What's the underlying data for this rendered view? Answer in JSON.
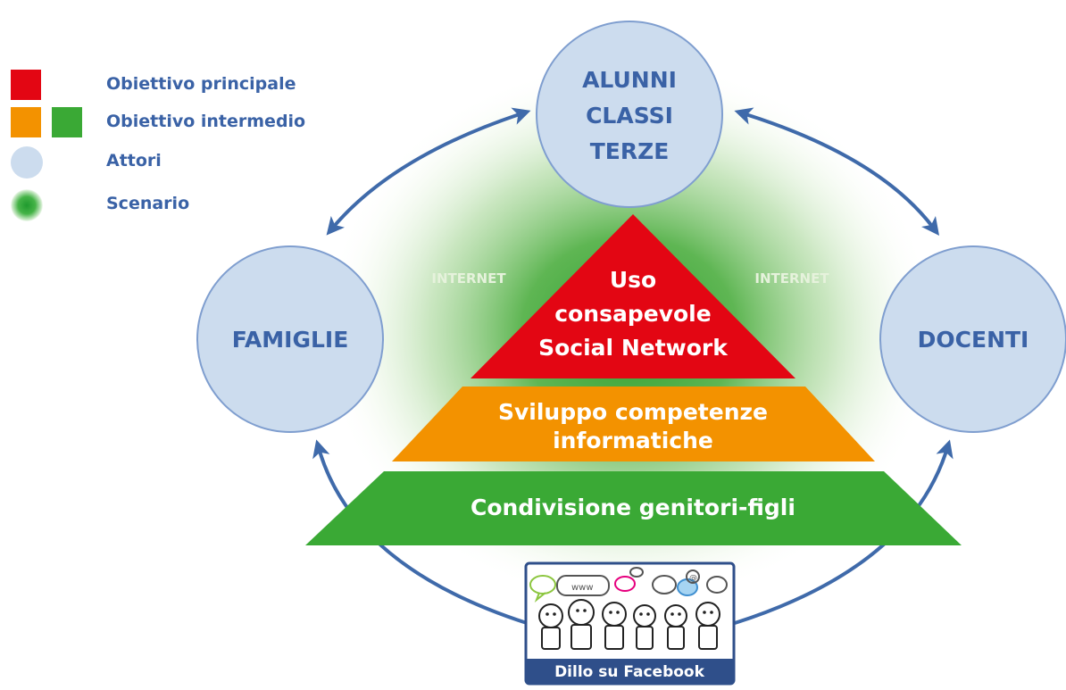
{
  "legend": [
    {
      "label": "Obiettivo principale",
      "swatch": "red"
    },
    {
      "label": "Obiettivo intermedio",
      "swatch": "orange-green"
    },
    {
      "label": "Attori",
      "swatch": "circle"
    },
    {
      "label": "Scenario",
      "swatch": "glow"
    }
  ],
  "colors": {
    "red": "#e30613",
    "orange": "#f39200",
    "green": "#3aa935",
    "actor_fill": "#ccdcee",
    "actor_stroke": "#7f9ecf",
    "text_blue": "#3a62a6",
    "arrow": "#3f6aaa"
  },
  "actors": {
    "top": [
      "ALUNNI",
      "CLASSI",
      "TERZE"
    ],
    "left": "FAMIGLIE",
    "right": "DOCENTI"
  },
  "scenario": {
    "left": "INTERNET",
    "right": "INTERNET"
  },
  "pyramid": {
    "top": [
      "Uso",
      "consapevole",
      "Social Network"
    ],
    "middle": [
      "Sviluppo competenze",
      "informatiche"
    ],
    "bottom": "Condivisione genitori-figli"
  },
  "badge": {
    "caption": "Dillo su Facebook",
    "bubble_text": [
      "www",
      "@"
    ]
  }
}
